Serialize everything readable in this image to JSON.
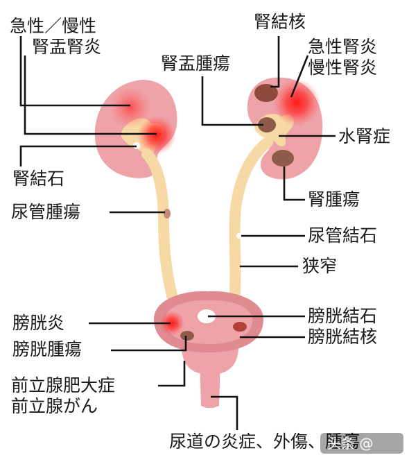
{
  "labels": {
    "acute_chronic_top": "急性／慢性",
    "pyelonephritis": "腎盂腎炎",
    "kidney_stone": "腎結石",
    "ureter_tumor": "尿管腫瘍",
    "kidney_tb": "腎結核",
    "pelvis_tumor": "腎盂腫瘍",
    "acute_nephritis": "急性腎炎",
    "chronic_nephritis": "慢性腎炎",
    "hydronephrosis": "水腎症",
    "kidney_tumor": "腎腫瘍",
    "ureter_stone": "尿管結石",
    "stricture": "狭窄",
    "cystitis": "膀胱炎",
    "bladder_tumor": "膀胱腫瘍",
    "bladder_stone": "膀胱結石",
    "bladder_tb": "膀胱結核",
    "prostate_hyperplasia": "前立腺肥大症",
    "prostate_cancer": "前立腺がん",
    "urethra": "尿道の炎症、外傷、腫瘍"
  },
  "watermark": "头条 @",
  "colors": {
    "organ_pink": "#eea3a8",
    "organ_dark_pink": "#e08b91",
    "tube_cream": "#f7d9a6",
    "lesion_red": "#ff2a2a",
    "lesion_brown": "#8e5a4a"
  }
}
